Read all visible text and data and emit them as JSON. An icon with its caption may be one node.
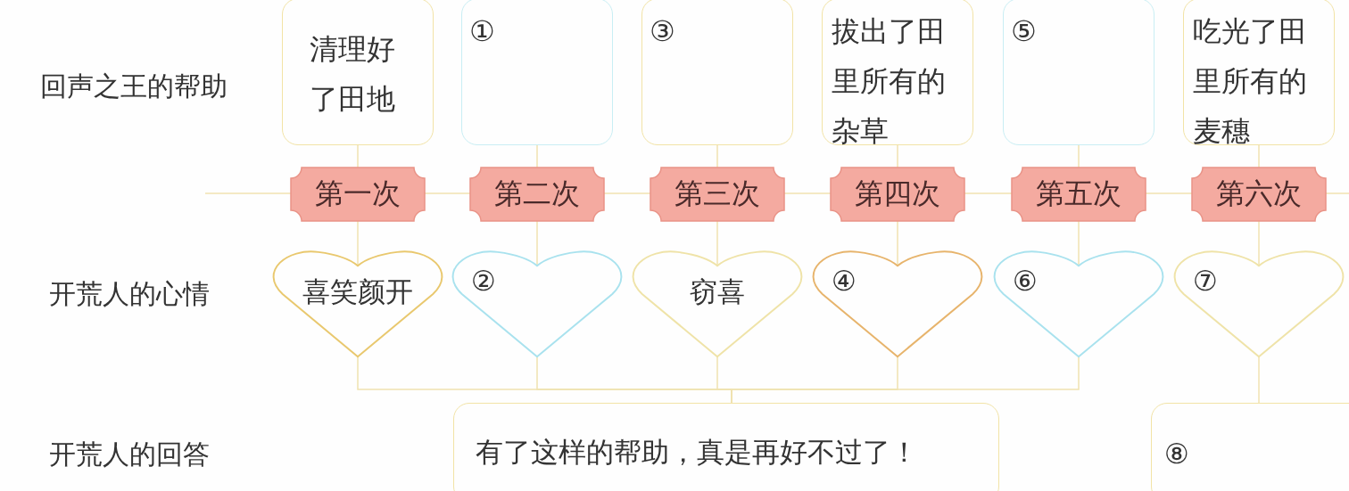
{
  "diagram": {
    "nodes": [
      {
        "text": [
          "清理好了田地"
        ]
      },
      {
        "text": [
          "①"
        ]
      },
      {
        "text": [
          "③"
        ]
      },
      {
        "text": [
          "拔出了田里所有的杂草"
        ]
      },
      {
        "text": [
          "⑤"
        ]
      },
      {
        "text": [
          "吃光了田里所有的麦穗"
        ]
      },
      {
        "text": [
          "第一次"
        ]
      },
      {
        "text": [
          "第二次"
        ]
      },
      {
        "text": [
          "第三次"
        ]
      },
      {
        "text": [
          "第四次"
        ]
      },
      {
        "text": [
          "第五次"
        ]
      },
      {
        "text": [
          "第六次"
        ]
      },
      {
        "text": [
          "喜笑颜开"
        ]
      },
      {
        "text": [
          "②"
        ]
      },
      {
        "text": [
          "窃喜"
        ]
      },
      {
        "text": [
          "④"
        ]
      },
      {
        "text": [
          "⑥"
        ]
      },
      {
        "text": [
          "⑦"
        ]
      },
      {
        "text": [
          "有了这样的帮助，真是再好不过了！"
        ]
      },
      {
        "text": [
          "⑧"
        ]
      }
    ],
    "edges": [
      {
        "from": 0,
        "to": 6,
        "arrow": "none"
      },
      {
        "from": 1,
        "to": 7,
        "arrow": "none"
      },
      {
        "from": 2,
        "to": 8,
        "arrow": "none"
      },
      {
        "from": 3,
        "to": 9,
        "arrow": "none"
      },
      {
        "from": 4,
        "to": 10,
        "arrow": "none"
      },
      {
        "from": 5,
        "to": 11,
        "arrow": "none"
      },
      {
        "from": 6,
        "to": 12,
        "arrow": "none"
      },
      {
        "from": 7,
        "to": 13,
        "arrow": "none"
      },
      {
        "from": 8,
        "to": 14,
        "arrow": "none"
      },
      {
        "from": 9,
        "to": 15,
        "arrow": "none"
      },
      {
        "from": 10,
        "to": 16,
        "arrow": "none"
      },
      {
        "from": 11,
        "to": 17,
        "arrow": "none"
      },
      {
        "from": 6,
        "to": 7,
        "arrow": "none"
      },
      {
        "from": 7,
        "to": 8,
        "arrow": "none"
      },
      {
        "from": 8,
        "to": 9,
        "arrow": "none"
      },
      {
        "from": 9,
        "to": 10,
        "arrow": "none"
      },
      {
        "from": 10,
        "to": 11,
        "arrow": "none"
      },
      {
        "from": 12,
        "to": 18,
        "arrow": "none"
      },
      {
        "from": 13,
        "to": 18,
        "arrow": "none"
      },
      {
        "from": 14,
        "to": 18,
        "arrow": "none"
      },
      {
        "from": 15,
        "to": 18,
        "arrow": "none"
      },
      {
        "from": 16,
        "to": 18,
        "arrow": "none"
      },
      {
        "from": 17,
        "to": 19,
        "arrow": "none"
      }
    ],
    "labels": [
      "回声之王的帮助",
      "开荒人的心情",
      "开荒人的回答"
    ]
  }
}
